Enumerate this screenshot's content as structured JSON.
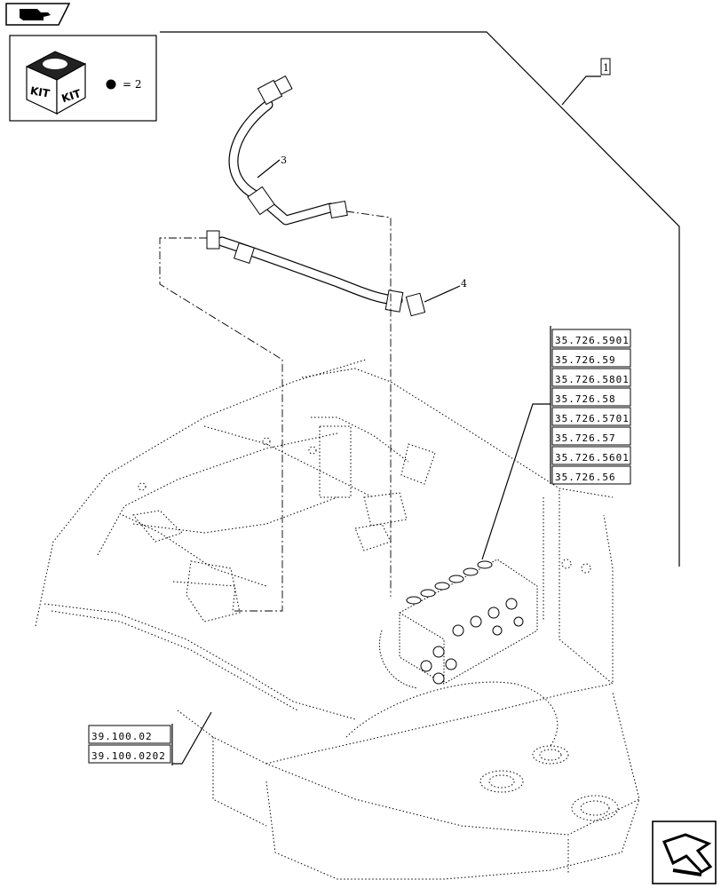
{
  "kit_legend": {
    "kit_label_1": "KIT",
    "kit_label_2": "KIT",
    "equals_text": "= 2"
  },
  "callouts": {
    "item1": "1",
    "item3": "3",
    "item4": "4"
  },
  "right_refs": [
    "35.726.5901",
    "35.726.59",
    "35.726.5801",
    "35.726.58",
    "35.726.5701",
    "35.726.57",
    "35.726.5601",
    "35.726.56"
  ],
  "left_refs": [
    "39.100.02",
    "39.100.0202"
  ],
  "icons": {
    "top_left": "pointing-hand-icon",
    "bottom_right": "next-page-arrow-icon"
  }
}
